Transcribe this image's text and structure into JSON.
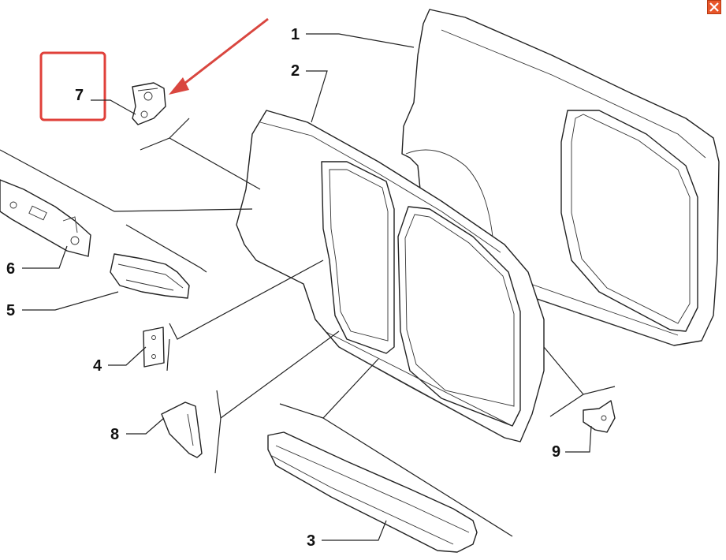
{
  "toolbar": {
    "close_icon": "close-icon"
  },
  "colors": {
    "highlight": "#e0403a",
    "arrow": "#d9463f",
    "close": "#e8562a"
  },
  "callouts": [
    {
      "id": "1",
      "label": "1"
    },
    {
      "id": "2",
      "label": "2"
    },
    {
      "id": "3",
      "label": "3"
    },
    {
      "id": "4",
      "label": "4"
    },
    {
      "id": "5",
      "label": "5"
    },
    {
      "id": "6",
      "label": "6"
    },
    {
      "id": "7",
      "label": "7"
    },
    {
      "id": "8",
      "label": "8"
    },
    {
      "id": "9",
      "label": "9"
    }
  ]
}
